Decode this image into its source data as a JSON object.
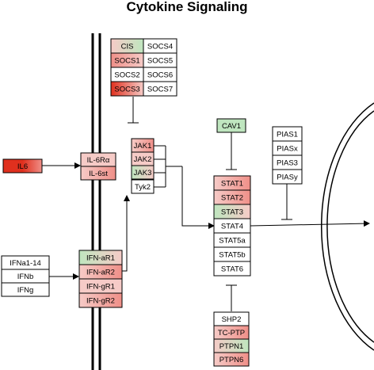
{
  "title": "Cytokine Signaling",
  "colors": {
    "red_strong": "#e0301e",
    "red": "#ef8f88",
    "pink": "#f6cbc7",
    "green": "#bfe6bf",
    "white": "#ffffff",
    "stroke": "#000000"
  },
  "boxes": {
    "cis": {
      "label": "CIS",
      "fill": [
        "pink",
        "green"
      ]
    },
    "socs1": {
      "label": "SOCS1",
      "fill": [
        "red",
        "pink"
      ]
    },
    "socs2": {
      "label": "SOCS2",
      "fill": [
        "white"
      ]
    },
    "socs3": {
      "label": "SOCS3",
      "fill": [
        "red_strong",
        "pink"
      ]
    },
    "socs4": {
      "label": "SOCS4",
      "fill": [
        "white"
      ]
    },
    "socs5": {
      "label": "SOCS5",
      "fill": [
        "white"
      ]
    },
    "socs6": {
      "label": "SOCS6",
      "fill": [
        "white"
      ]
    },
    "socs7": {
      "label": "SOCS7",
      "fill": [
        "white"
      ]
    },
    "il6": {
      "label": "IL6",
      "fill": [
        "red_strong",
        "red_strong",
        "red"
      ]
    },
    "il6ra": {
      "label": "IL-6Rα",
      "fill": [
        "pink"
      ]
    },
    "il6st": {
      "label": "IL-6st",
      "fill": [
        "pink",
        "red"
      ]
    },
    "jak1": {
      "label": "JAK1",
      "fill": [
        "pink",
        "red"
      ]
    },
    "jak2": {
      "label": "JAK2",
      "fill": [
        "pink"
      ]
    },
    "jak3": {
      "label": "JAK3",
      "fill": [
        "green",
        "pink"
      ]
    },
    "tyk2": {
      "label": "Tyk2",
      "fill": [
        "white"
      ]
    },
    "cav1": {
      "label": "CAV1",
      "fill": [
        "green"
      ]
    },
    "pias1": {
      "label": "PIAS1",
      "fill": [
        "white"
      ]
    },
    "piasx": {
      "label": "PIASx",
      "fill": [
        "white"
      ]
    },
    "pias3": {
      "label": "PIAS3",
      "fill": [
        "white"
      ]
    },
    "piasy": {
      "label": "PIASy",
      "fill": [
        "white"
      ]
    },
    "stat1": {
      "label": "STAT1",
      "fill": [
        "pink",
        "red"
      ]
    },
    "stat2": {
      "label": "STAT2",
      "fill": [
        "pink",
        "red"
      ]
    },
    "stat3": {
      "label": "STAT3",
      "fill": [
        "green",
        "pink"
      ]
    },
    "stat4": {
      "label": "STAT4",
      "fill": [
        "white"
      ]
    },
    "stat5a": {
      "label": "STAT5a",
      "fill": [
        "white"
      ]
    },
    "stat5b": {
      "label": "STAT5b",
      "fill": [
        "white"
      ]
    },
    "stat6": {
      "label": "STAT6",
      "fill": [
        "white"
      ]
    },
    "ifna": {
      "label": "IFNa1-14",
      "fill": [
        "white"
      ]
    },
    "ifnb": {
      "label": "IFNb",
      "fill": [
        "white"
      ]
    },
    "ifng": {
      "label": "IFNg",
      "fill": [
        "white"
      ]
    },
    "ifnar1": {
      "label": "IFN-aR1",
      "fill": [
        "green",
        "pink"
      ]
    },
    "ifnar2": {
      "label": "IFN-aR2",
      "fill": [
        "pink",
        "red"
      ]
    },
    "ifngr1": {
      "label": "IFN-gR1",
      "fill": [
        "pink"
      ]
    },
    "ifngr2": {
      "label": "IFN-gR2",
      "fill": [
        "pink",
        "red"
      ]
    },
    "shp2": {
      "label": "SHP2",
      "fill": [
        "white"
      ]
    },
    "tcptp": {
      "label": "TC-PTP",
      "fill": [
        "pink",
        "red"
      ]
    },
    "ptpn1": {
      "label": "PTPN1",
      "fill": [
        "pink",
        "green"
      ]
    },
    "ptpn6": {
      "label": "PTPN6",
      "fill": [
        "pink",
        "red"
      ]
    }
  }
}
